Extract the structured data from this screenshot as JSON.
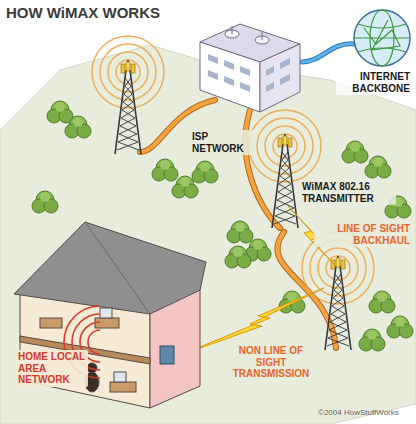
{
  "diagram": {
    "title": "HOW WiMAX WORKS",
    "labels": [
      "INTERNET BACKBONE",
      "ISP NETWORK",
      "WiMAX 802.16 TRANSMITTER",
      "LINE OF SIGHT BACKHAUL",
      "NON LINE OF SIGHT TRANSMISSION",
      "HOME LOCAL AREA NETWORK",
      "©2004 HowStuffWorks"
    ]
  }
}
